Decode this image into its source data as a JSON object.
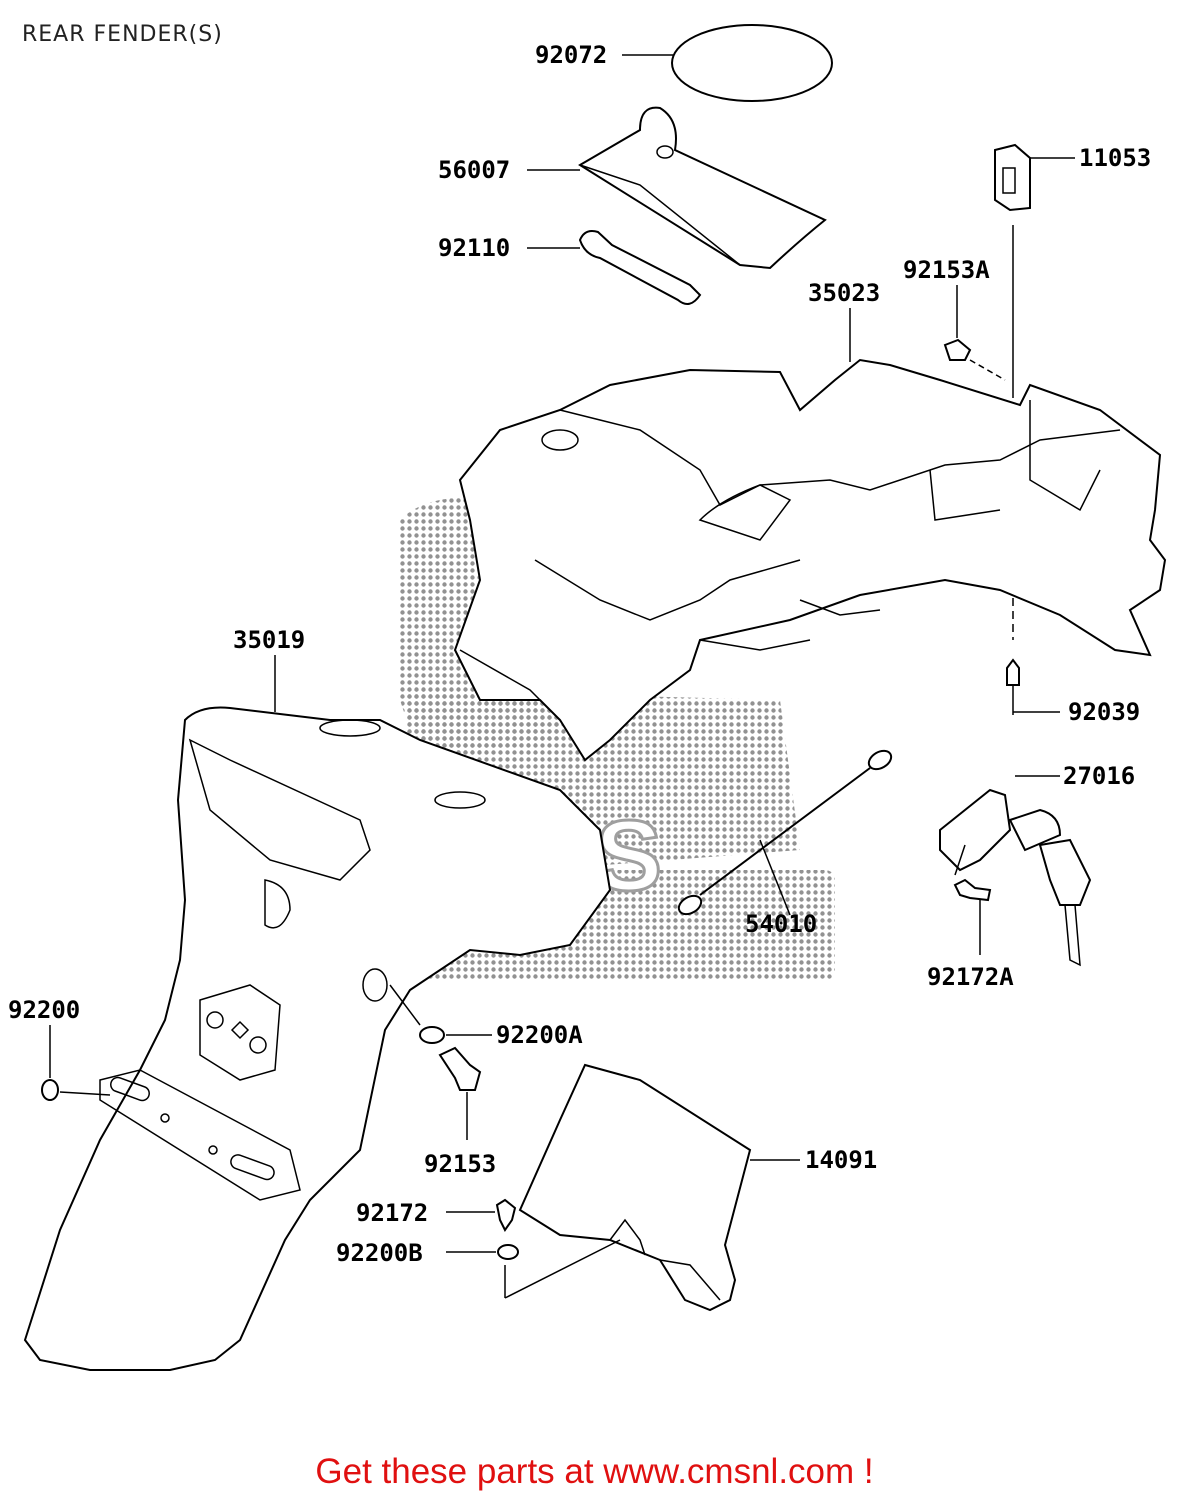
{
  "title": "REAR FENDER(S)",
  "footer": "Get these parts at www.cmsnl.com !",
  "watermark": "CMS",
  "colors": {
    "footer": "#e01010",
    "line": "#000000"
  },
  "parts": [
    "92072",
    "56007",
    "92110",
    "11053",
    "92153A",
    "35023",
    "35019",
    "92039",
    "27016",
    "54010",
    "92172A",
    "92200",
    "92200A",
    "92153",
    "14091",
    "92172",
    "92200B"
  ]
}
